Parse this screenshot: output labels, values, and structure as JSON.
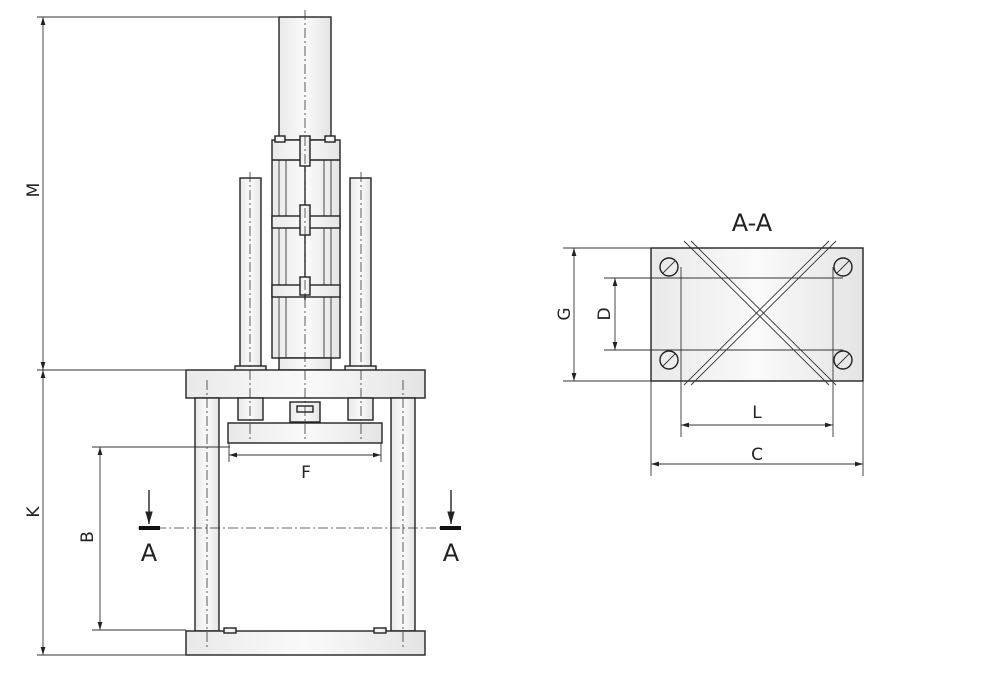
{
  "front_view": {
    "dim_M": "M",
    "dim_K": "K",
    "dim_B": "B",
    "dim_F": "F",
    "section_mark_left": "A",
    "section_mark_right": "A"
  },
  "section_view": {
    "title": "A-A",
    "dim_G": "G",
    "dim_D": "D",
    "dim_L": "L",
    "dim_C": "C"
  }
}
